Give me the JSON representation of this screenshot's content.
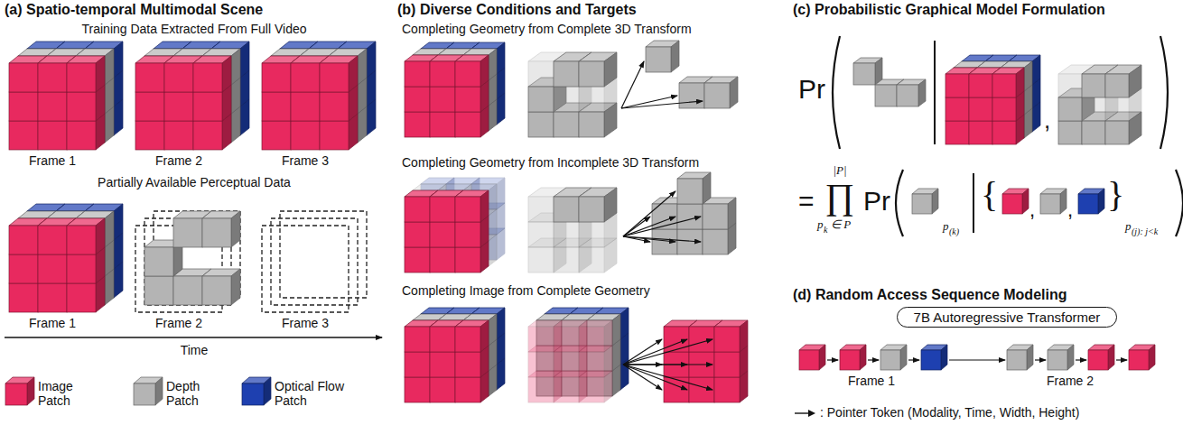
{
  "diagram": {
    "nodes": [
      {
        "text": [
          "7B Autoregressive Transformer"
        ]
      }
    ],
    "labels": [
      "(a) Spatio-temporal Multimodal Scene",
      "Training Data Extracted From Full Video",
      "Frame 1",
      "Frame 2",
      "Frame 3",
      "Partially Available Perceptual Data",
      "Frame 1",
      "Frame 2",
      "Frame 3",
      "Time",
      "(b) Diverse Conditions and Targets",
      "Completing Geometry from Complete 3D Transform",
      "Completing Geometry from Incomplete 3D Transform",
      "Completing Image from Complete Geometry",
      "(c) Probabilistic Graphical Model Formulation",
      "Pr",
      ",",
      "=",
      "|P|",
      "∏",
      "p",
      "k",
      "∈ P",
      "Pr",
      "p",
      "(k)",
      "{",
      ",",
      ",",
      "}",
      "p",
      "(j): j<k",
      "(d) Random Access Sequence Modeling",
      "Frame 1",
      "Frame 2"
    ],
    "legend": [
      {
        "text": "Image Patch",
        "color": "#e8295f"
      },
      {
        "text": "Depth Patch",
        "color": "#b4b4b4"
      },
      {
        "text": "Optical Flow Patch",
        "color": "#1e40b0"
      },
      {
        "text": ": Pointer Token (Modality, Time, Width, Height)"
      }
    ]
  }
}
